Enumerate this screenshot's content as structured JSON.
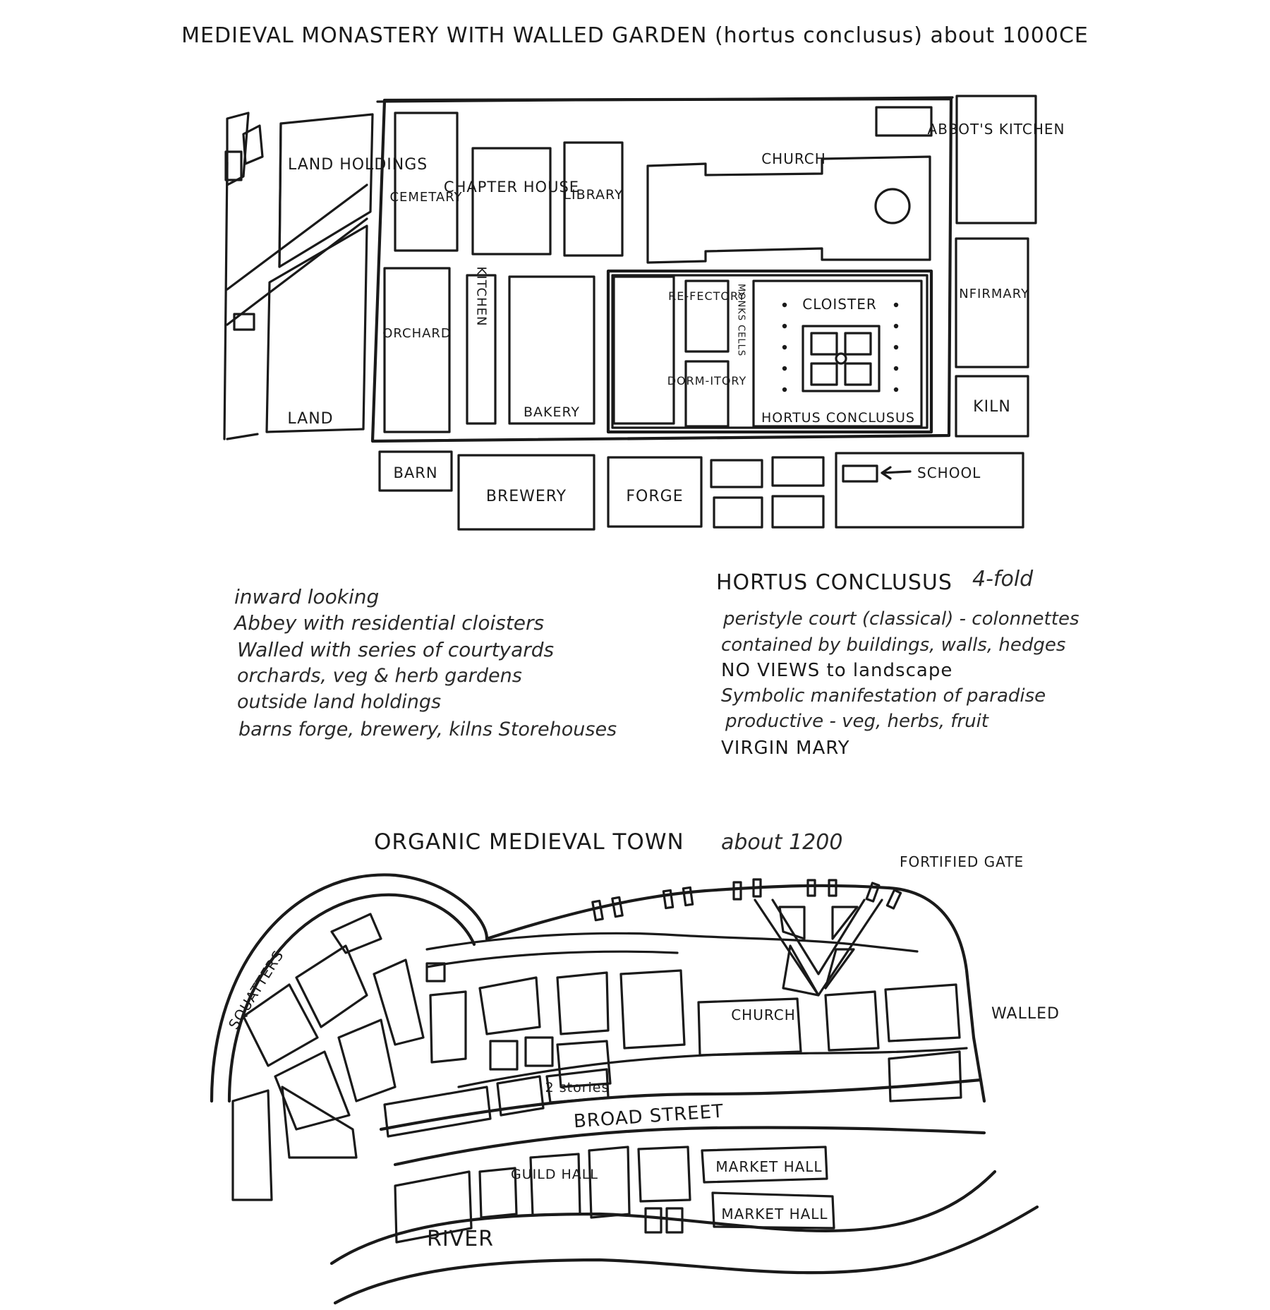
{
  "monastery": {
    "title": "MEDIEVAL MONASTERY WITH WALLED GARDEN (hortus conclusus) about 1000CE",
    "labels": {
      "land_holdings": "LAND HOLDINGS",
      "land": "LAND",
      "cemetary": "CEMETARY",
      "chapter_house": "CHAPTER HOUSE",
      "library": "LIBRARY",
      "church": "CHURCH",
      "abbots_kitchen": "ABBOT'S KITCHEN",
      "orchard": "ORCHARD",
      "kitchen": "KITCHEN",
      "bakery": "BAKERY",
      "refectory": "RE-FECTORY",
      "dormitory": "DORM-ITORY",
      "monks_cells": "MONKS CELLS",
      "cloister": "CLOISTER",
      "hortus_conclusus": "HORTUS CONCLUSUS",
      "infirmary": "INFIRMARY",
      "kiln": "KILN",
      "barn": "BARN",
      "brewery": "BREWERY",
      "forge": "FORGE",
      "school": "SCHOOL"
    }
  },
  "notes_left": [
    "inward looking",
    "Abbey with residential cloisters",
    "Walled with series of courtyards",
    "orchards, veg & herb gardens",
    "outside land holdings",
    "barns forge, brewery, kilns  Storehouses"
  ],
  "notes_right": {
    "heading": "HORTUS CONCLUSUS",
    "heading_note": "4-fold",
    "lines": [
      "peristyle court (classical) - colonnettes",
      "contained by buildings, walls, hedges",
      "NO VIEWS to landscape",
      "Symbolic manifestation of paradise",
      "productive - veg, herbs, fruit",
      "VIRGIN MARY"
    ]
  },
  "town": {
    "title": "ORGANIC MEDIEVAL TOWN",
    "title_note": "about 1200",
    "labels": {
      "fortified_gate": "FORTIFIED GATE",
      "squatters": "SQUATTERS",
      "church": "CHURCH",
      "walled": "WALLED",
      "two_stories": "2 stories",
      "broad_street": "BROAD STREET",
      "guild_hall": "GUILD HALL",
      "market_hall_1": "MARKET HALL",
      "market_hall_2": "MARKET HALL",
      "river": "RIVER"
    }
  }
}
